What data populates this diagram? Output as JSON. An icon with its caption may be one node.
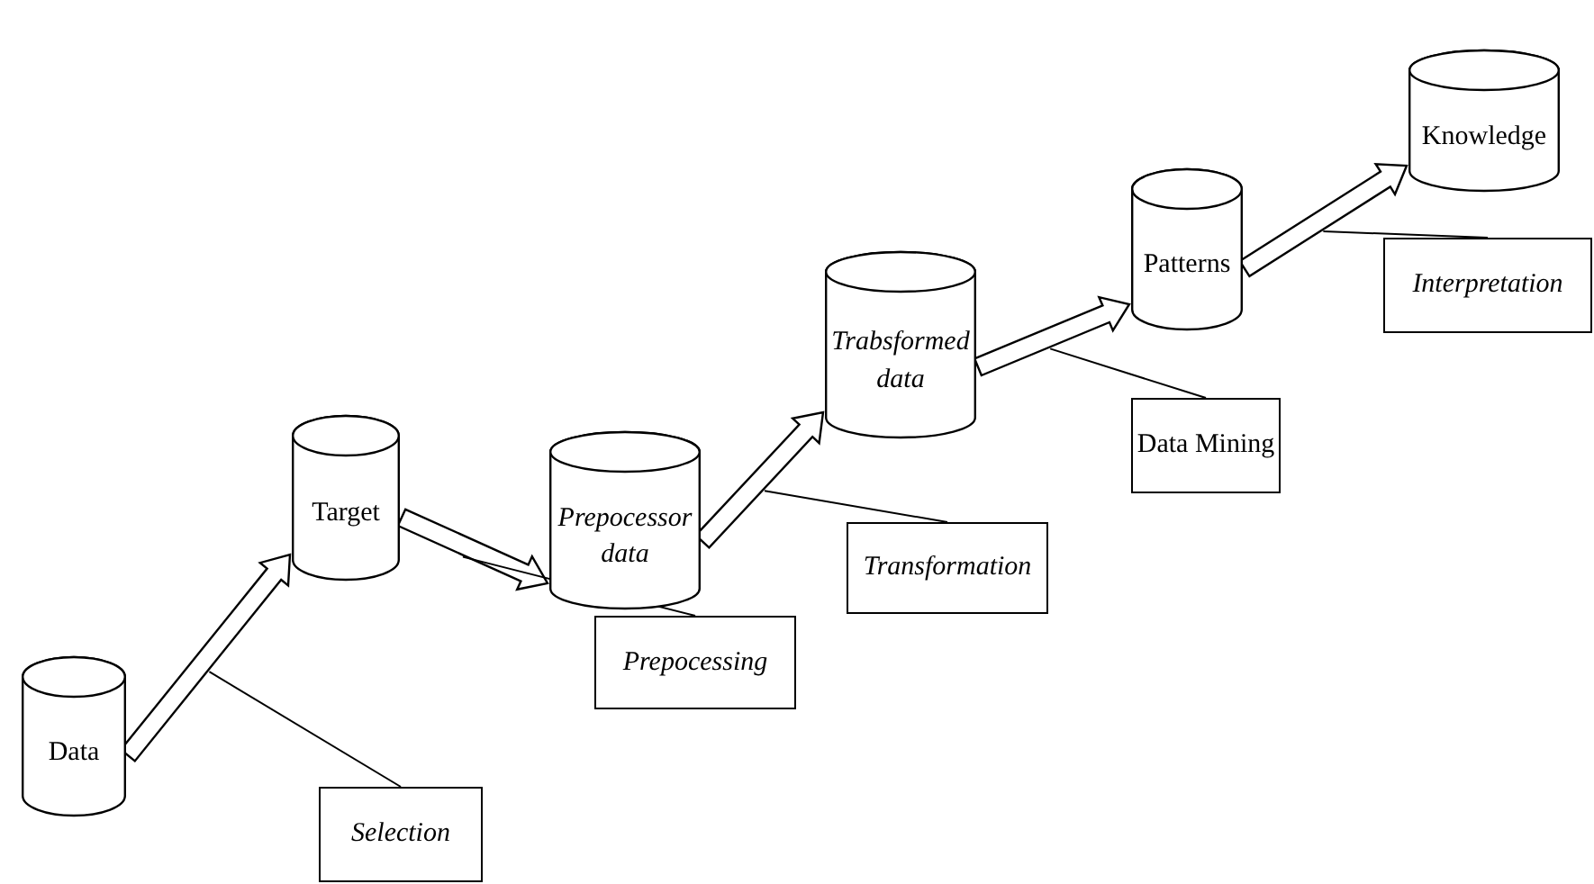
{
  "diagram": {
    "nodes": [
      {
        "text": [
          "Data"
        ]
      },
      {
        "text": [
          "Target"
        ]
      },
      {
        "text": [
          "Prepocessor data"
        ]
      },
      {
        "text": [
          "Trabsformed data"
        ]
      },
      {
        "text": [
          "Patterns"
        ]
      },
      {
        "text": [
          "Knowledge"
        ]
      },
      {
        "text": [
          "Selection"
        ]
      },
      {
        "text": [
          "Prepocessing"
        ]
      },
      {
        "text": [
          "Transformation"
        ]
      },
      {
        "text": [
          "Data Mining"
        ]
      },
      {
        "text": [
          "Interpretation"
        ]
      }
    ],
    "edges": [
      {
        "from": 0,
        "to": 1,
        "arrow": "to"
      },
      {
        "from": 1,
        "to": 2,
        "arrow": "to"
      },
      {
        "from": 2,
        "to": 3,
        "arrow": "to"
      },
      {
        "from": 3,
        "to": 4,
        "arrow": "to"
      },
      {
        "from": 4,
        "to": 5,
        "arrow": "to"
      },
      {
        "from": 6,
        "to": null,
        "arrow": "none"
      },
      {
        "from": 7,
        "to": null,
        "arrow": "none"
      },
      {
        "from": 8,
        "to": null,
        "arrow": "none"
      },
      {
        "from": 9,
        "to": null,
        "arrow": "none"
      },
      {
        "from": 10,
        "to": null,
        "arrow": "none"
      }
    ]
  }
}
